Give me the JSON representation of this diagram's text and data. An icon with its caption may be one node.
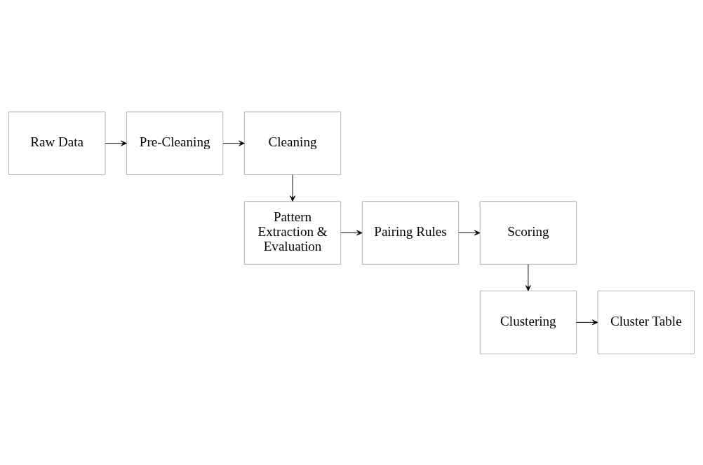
{
  "diagram": {
    "nodes": [
      {
        "text": [
          "Raw Data"
        ]
      },
      {
        "text": [
          "Pre-Cleaning"
        ]
      },
      {
        "text": [
          "Cleaning"
        ]
      },
      {
        "text": [
          "Pattern Extraction & Evaluation"
        ]
      },
      {
        "text": [
          "Pairing Rules"
        ]
      },
      {
        "text": [
          "Scoring"
        ]
      },
      {
        "text": [
          "Clustering"
        ]
      },
      {
        "text": [
          "Cluster Table"
        ]
      }
    ],
    "edges": [
      {
        "from": 0,
        "to": 1,
        "arrow": "to"
      },
      {
        "from": 1,
        "to": 2,
        "arrow": "to"
      },
      {
        "from": 2,
        "to": 3,
        "arrow": "to"
      },
      {
        "from": 3,
        "to": 4,
        "arrow": "to"
      },
      {
        "from": 4,
        "to": 5,
        "arrow": "to"
      },
      {
        "from": 5,
        "to": 6,
        "arrow": "to"
      },
      {
        "from": 6,
        "to": 7,
        "arrow": "to"
      }
    ]
  }
}
